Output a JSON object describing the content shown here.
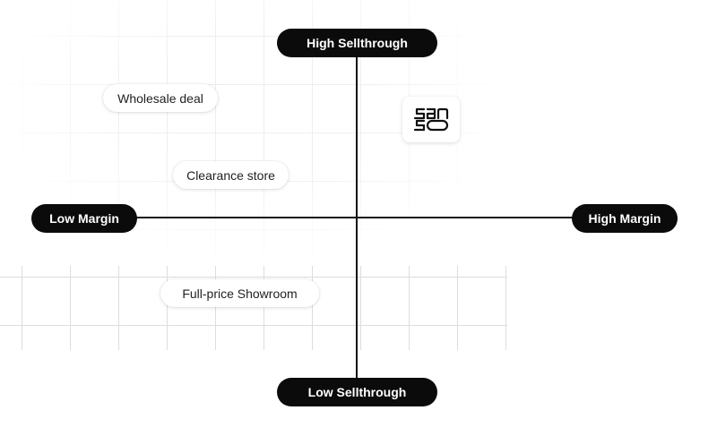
{
  "axes": {
    "top": "High Sellthrough",
    "bottom": "Low Sellthrough",
    "left": "Low Margin",
    "right": "High Margin"
  },
  "items": [
    "Wholesale deal",
    "Clearance store",
    "Full-price Showroom"
  ],
  "logo": {
    "text": "sanso",
    "icon": "sanso-logo"
  },
  "colors": {
    "pill_background": "#0b0b0b",
    "pill_text": "#ffffff",
    "axis_line": "#111111",
    "chip_background": "#ffffff",
    "grid_line": "#dddddd"
  }
}
